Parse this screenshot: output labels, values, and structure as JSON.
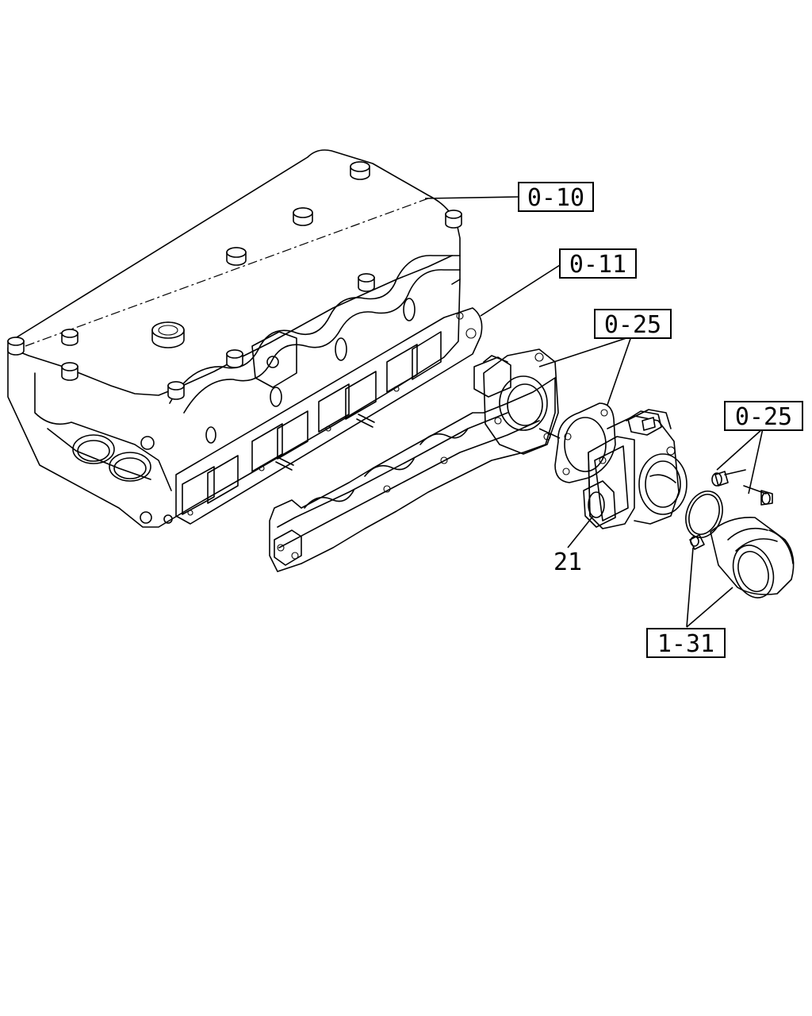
{
  "callouts": {
    "head_ref": "0-10",
    "manifold_ref": "0-11",
    "gasket_ref": "0-25",
    "bolts_ref": "0-25",
    "hose_ref": "1-31"
  },
  "part_numbers": {
    "throttle_body": "21"
  }
}
